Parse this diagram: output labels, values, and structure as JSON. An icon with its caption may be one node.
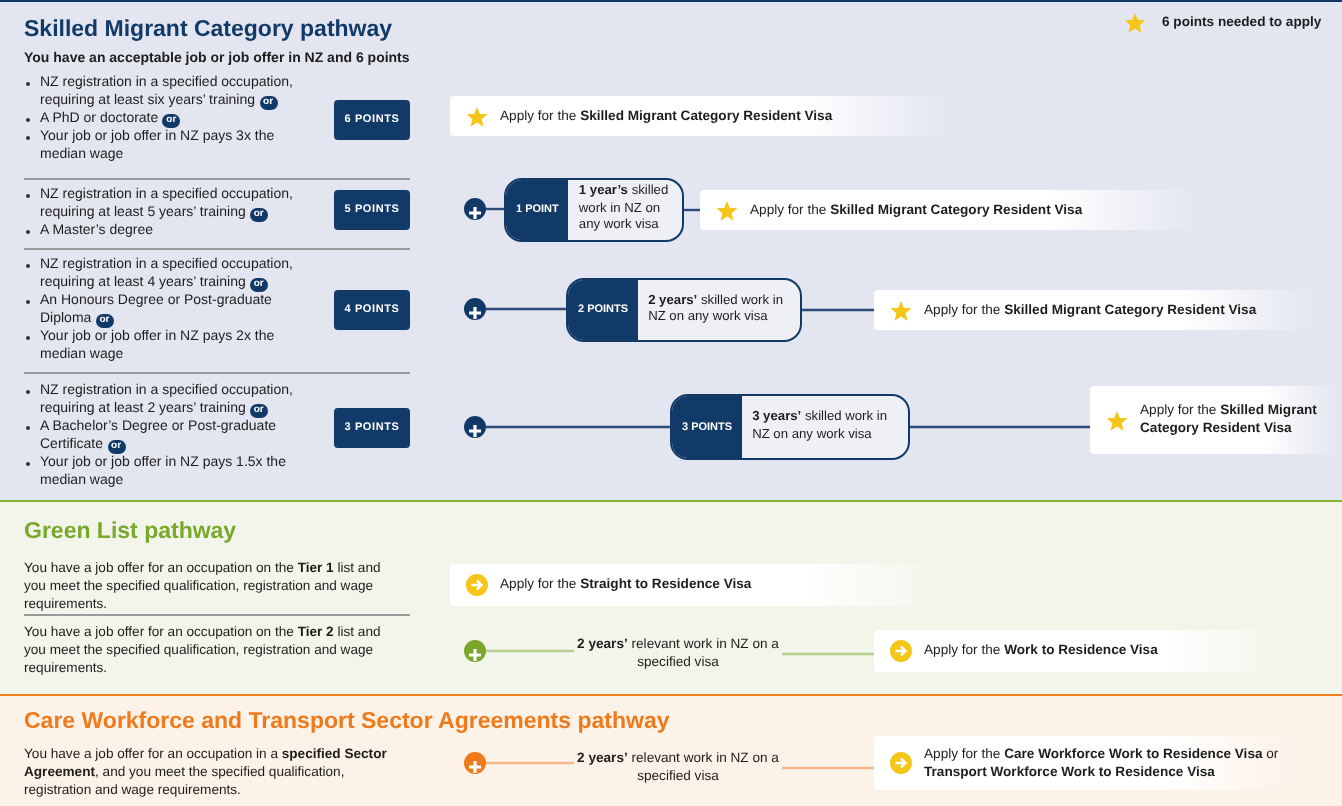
{
  "diagram": {
    "nodes": [
      {
        "text": [
          "Skilled Migrant Category pathway",
          "You have an acceptable job or job offer in NZ and 6 points"
        ]
      },
      {
        "text": [
          "6 POINTS"
        ],
        "in": 0
      },
      {
        "text": [
          "Apply for the **Skilled Migrant Category Resident Visa**"
        ],
        "in": 0
      },
      {
        "text": [
          "5 POINTS"
        ],
        "in": 0
      },
      {
        "text": [],
        "shape": "circle",
        "in": 0
      },
      {
        "text": [
          "1 POINT",
          "**1 year’s** skilled work in NZ on any work visa"
        ],
        "in": 0
      },
      {
        "text": [
          "Apply for the **Skilled Migrant Category Resident Visa**"
        ],
        "in": 0
      },
      {
        "text": [
          "4 POINTS"
        ],
        "in": 0
      },
      {
        "text": [],
        "shape": "circle",
        "in": 0
      },
      {
        "text": [
          "2 POINTS",
          "**2 years’** skilled work in NZ on any work visa"
        ],
        "in": 0
      },
      {
        "text": [
          "Apply for the **Skilled Migrant Category Resident Visa**"
        ],
        "in": 0
      },
      {
        "text": [
          "3 POINTS"
        ],
        "in": 0
      },
      {
        "text": [],
        "shape": "circle",
        "in": 0
      },
      {
        "text": [
          "3 POINTS",
          "**3 years’** skilled work in NZ on any work visa"
        ],
        "in": 0
      },
      {
        "text": [
          "Apply for the **Skilled Migrant Category Resident Visa**"
        ],
        "in": 0
      },
      {
        "text": [
          "Green List pathway"
        ]
      },
      {
        "text": [
          "Apply for the **Straight to Residence Visa**"
        ],
        "in": 15
      },
      {
        "text": [],
        "shape": "circle",
        "in": 15
      },
      {
        "text": [
          "**2 years’** relevant work in NZ on a specified visa"
        ],
        "in": 15
      },
      {
        "text": [
          "Apply for the **Work to Residence Visa**"
        ],
        "in": 15
      },
      {
        "text": [
          "Care Workforce and Transport Sector Agreements pathway"
        ]
      },
      {
        "text": [],
        "shape": "circle",
        "in": 20
      },
      {
        "text": [
          "**2 years’** relevant work in NZ on a specified visa"
        ],
        "in": 20
      },
      {
        "text": [
          "Apply for the **Care Workforce Work to Residence Visa** or **Transport Workforce Work to Residence Visa**"
        ],
        "in": 20
      }
    ],
    "edges": [
      {
        "from": 4,
        "to": 5,
        "arrow": "none"
      },
      {
        "from": 5,
        "to": 6,
        "arrow": "none"
      },
      {
        "from": 8,
        "to": 9,
        "arrow": "none"
      },
      {
        "from": 9,
        "to": 10,
        "arrow": "none"
      },
      {
        "from": 12,
        "to": 13,
        "arrow": "none"
      },
      {
        "from": 13,
        "to": 14,
        "arrow": "none"
      },
      {
        "from": 17,
        "to": 18,
        "arrow": "none",
        "color": "#b5d08f"
      },
      {
        "from": 18,
        "to": 19,
        "arrow": "none",
        "color": "#b5d08f"
      },
      {
        "from": 21,
        "to": 22,
        "arrow": "none",
        "color": "#f6b98a"
      },
      {
        "from": 22,
        "to": 23,
        "arrow": "none",
        "color": "#f6b98a"
      }
    ],
    "labels": [
      "NZ registration in a specified occupation, requiring at least six years’ training",
      "or",
      "A PhD or doctorate",
      "or",
      "Your job or job offer in NZ pays 3x the median wage",
      "NZ registration in a specified occupation, requiring at least 5 years’ training",
      "or",
      "A Master’s degree",
      "NZ registration in a specified occupation, requiring at least 4 years’ training",
      "or",
      "An Honours Degree or Post-graduate Diploma",
      "or",
      "Your job or job offer in NZ pays 2x the median wage",
      "NZ registration in a specified occupation, requiring at least 2 years’ training",
      "or",
      "A Bachelor’s Degree or Post-graduate Certificate",
      "or",
      "Your job or job offer in NZ pays 1.5x the median wage",
      "You have a job offer for an occupation on the **Tier 1** list and you meet the specified qualification, registration and wage requirements.",
      "You have a job offer for an occupation on the **Tier 2** list and you meet the specified qualification, registration and wage requirements.",
      "You have a job offer for an occupation in a **specified Sector Agreement**, and you meet the specified qualification, registration and wage requirements."
    ],
    "legend": [
      {
        "text": "6 points needed to apply"
      }
    ]
  }
}
